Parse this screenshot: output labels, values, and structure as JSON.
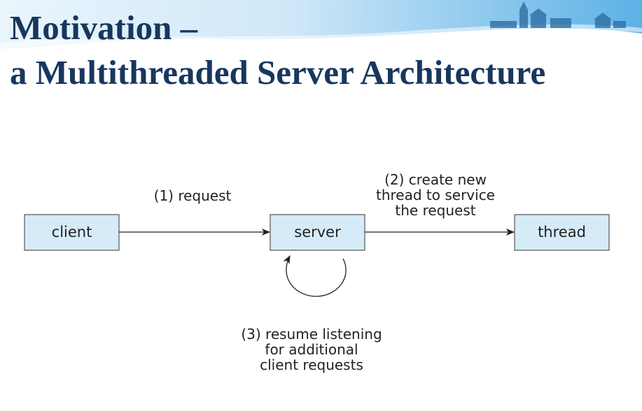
{
  "title": {
    "line1": "Motivation –",
    "line2": "a Multithreaded Server Architecture"
  },
  "diagram": {
    "nodes": {
      "client": "client",
      "server": "server",
      "thread": "thread"
    },
    "labels": {
      "request": "(1) request",
      "create": [
        "(2) create new",
        "thread to service",
        "the request"
      ],
      "resume": [
        "(3) resume listening",
        "for additional",
        "client requests"
      ]
    }
  },
  "colors": {
    "title": "#17375e",
    "box_fill": "#d6ebf8",
    "box_stroke": "#333333",
    "banner": "#7cc0ea"
  }
}
